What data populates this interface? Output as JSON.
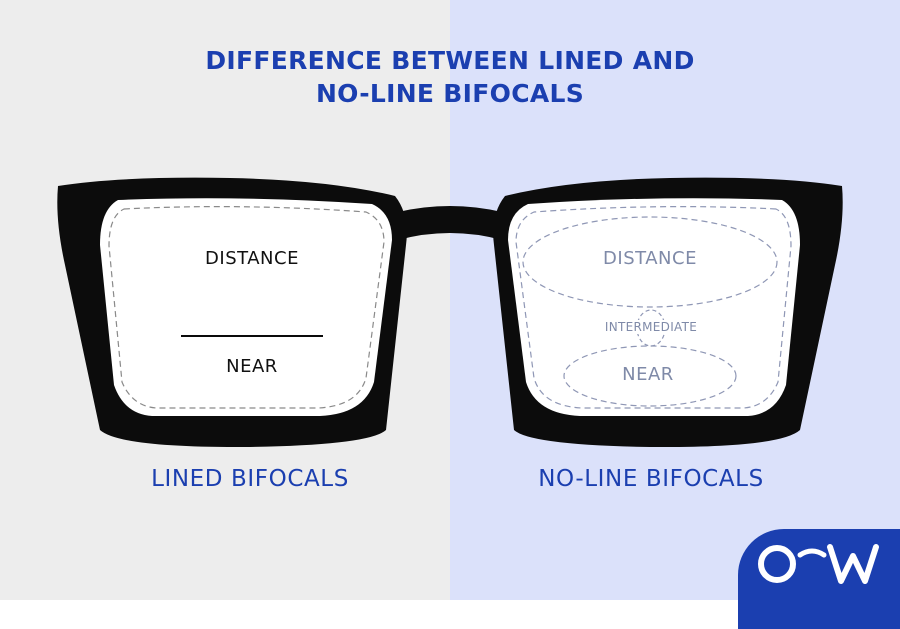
{
  "title": {
    "line1": "DIFFERENCE BETWEEN LINED AND",
    "line2": "NO-LINE BIFOCALS"
  },
  "lined": {
    "distance": "DISTANCE",
    "near": "NEAR",
    "caption": "LINED BIFOCALS"
  },
  "noline": {
    "distance": "DISTANCE",
    "intermediate": "INTERMEDIATE",
    "near": "NEAR",
    "caption": "NO-LINE BIFOCALS"
  },
  "logo": {
    "icon": "ow-logo-icon"
  },
  "colors": {
    "accent": "#1b3fb0",
    "left_bg": "#ededed",
    "right_bg": "#dbe1fa",
    "frame": "#0c0c0c",
    "muted_text": "#7f8aa8"
  }
}
